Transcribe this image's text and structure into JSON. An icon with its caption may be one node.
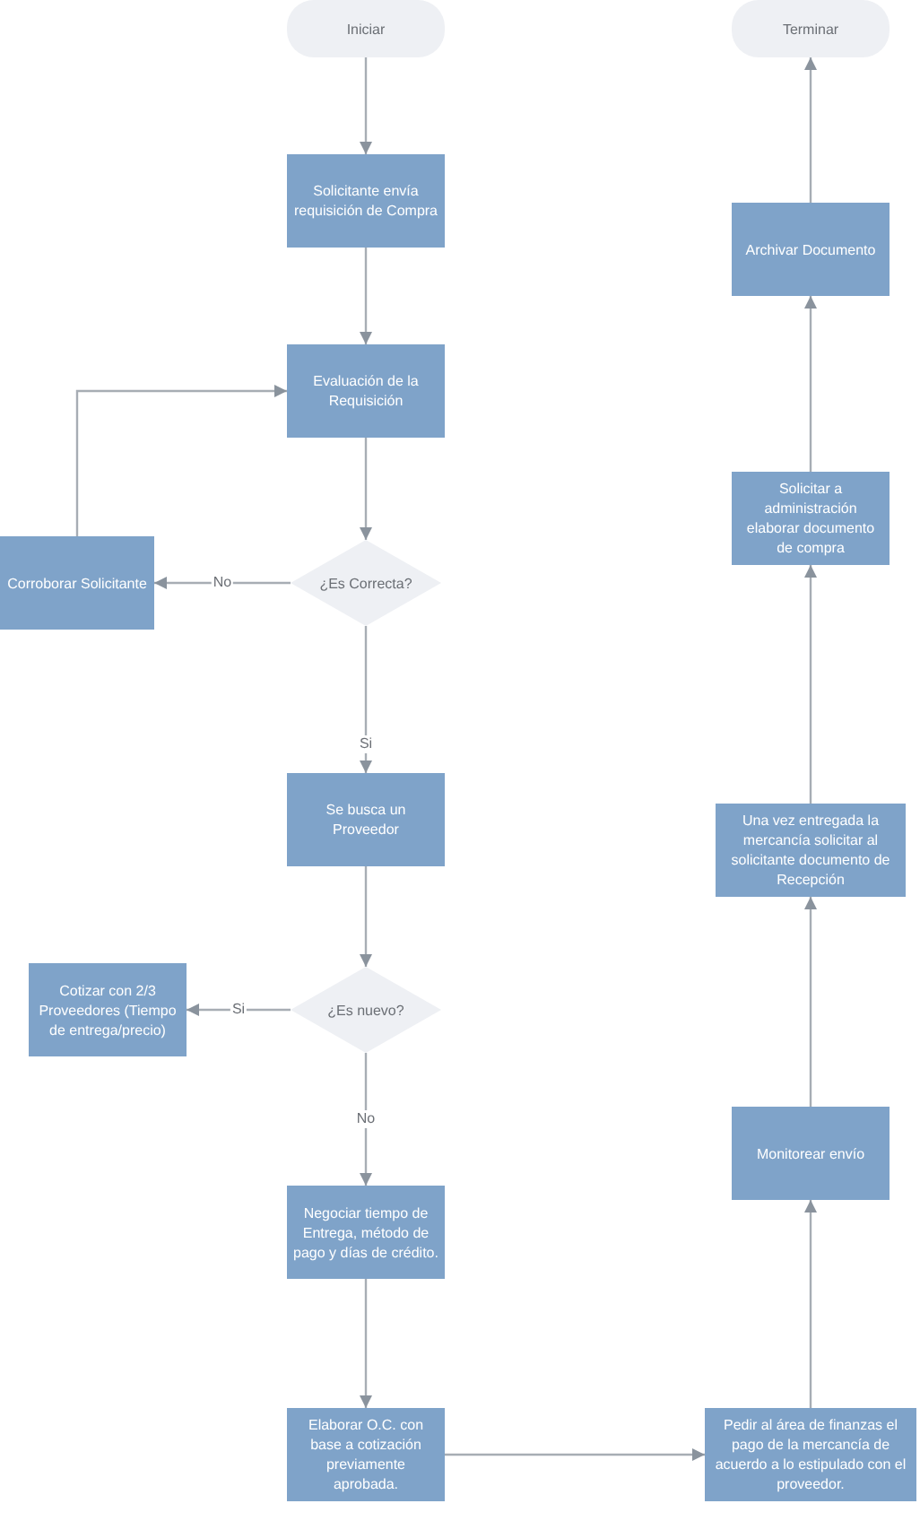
{
  "diagram": {
    "nodes": [
      {
        "text": [
          "Iniciar"
        ]
      },
      {
        "text": [
          "Solicitante envía requisición de Compra"
        ]
      },
      {
        "text": [
          "Evaluación de la Requisición"
        ]
      },
      {
        "text": [
          "¿Es Correcta?"
        ]
      },
      {
        "text": [
          "Corroborar Solicitante"
        ]
      },
      {
        "text": [
          "Se busca un Proveedor"
        ]
      },
      {
        "text": [
          "¿Es nuevo?"
        ]
      },
      {
        "text": [
          "Cotizar con 2/3 Proveedores (Tiempo de entrega/precio)"
        ]
      },
      {
        "text": [
          "Negociar tiempo de Entrega, método de pago y días de crédito."
        ]
      },
      {
        "text": [
          "Elaborar O.C. con base a cotización previamente aprobada."
        ]
      },
      {
        "text": [
          "Pedir al área de finanzas el pago de la mercancía de acuerdo a lo estipulado con el proveedor."
        ]
      },
      {
        "text": [
          "Monitorear envío"
        ]
      },
      {
        "text": [
          "Una vez entregada la mercancía solicitar al solicitante documento de Recepción"
        ]
      },
      {
        "text": [
          "Solicitar a administración elaborar documento de compra"
        ]
      },
      {
        "text": [
          "Archivar Documento"
        ]
      },
      {
        "text": [
          "Terminar"
        ]
      }
    ],
    "edges": [
      {
        "from": 0,
        "to": 1,
        "arrow": "to"
      },
      {
        "from": 1,
        "to": 2,
        "arrow": "to"
      },
      {
        "from": 2,
        "to": 3,
        "arrow": "to"
      },
      {
        "from": 3,
        "to": 4,
        "arrow": "to",
        "label": "No"
      },
      {
        "from": 4,
        "to": 2,
        "arrow": "to"
      },
      {
        "from": 3,
        "to": 5,
        "arrow": "to",
        "label": "Si"
      },
      {
        "from": 5,
        "to": 6,
        "arrow": "to"
      },
      {
        "from": 6,
        "to": 7,
        "arrow": "to",
        "label": "Si"
      },
      {
        "from": 6,
        "to": 8,
        "arrow": "to",
        "label": "No"
      },
      {
        "from": 8,
        "to": 9,
        "arrow": "to"
      },
      {
        "from": 9,
        "to": 10,
        "arrow": "to"
      },
      {
        "from": 10,
        "to": 11,
        "arrow": "to"
      },
      {
        "from": 11,
        "to": 12,
        "arrow": "to"
      },
      {
        "from": 12,
        "to": 13,
        "arrow": "to"
      },
      {
        "from": 13,
        "to": 14,
        "arrow": "to"
      },
      {
        "from": 14,
        "to": 15,
        "arrow": "to"
      }
    ]
  }
}
